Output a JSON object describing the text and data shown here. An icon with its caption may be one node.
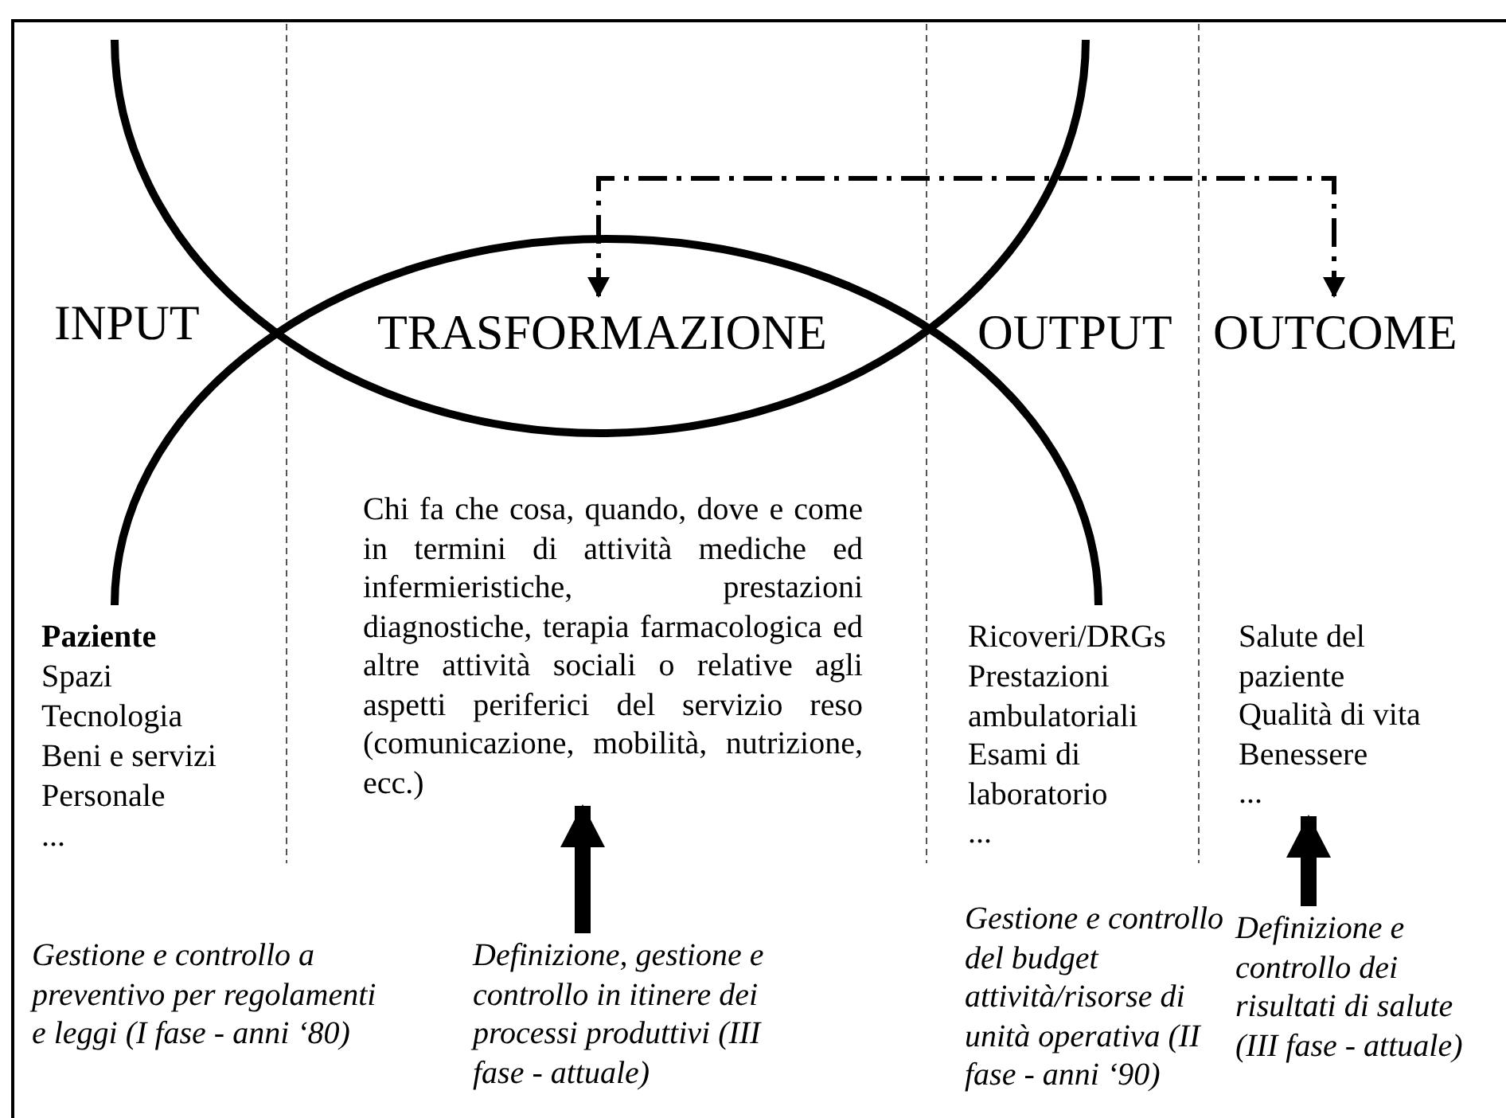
{
  "diagram": {
    "nodes": [
      {
        "text": [
          "INPUT"
        ]
      },
      {
        "text": [
          "TRASFORMAZIONE"
        ]
      },
      {
        "text": [
          "OUTPUT"
        ]
      },
      {
        "text": [
          "OUTCOME"
        ]
      },
      {
        "text": [
          "Chi fa che cosa, quando, dove e come in termini di attività mediche ed infermieristiche, prestazioni diagnostiche, terapia farmacologica ed altre attività sociali o relative agli aspetti periferici del servizio reso (comunicazione, mobilità, nutrizione, ecc.)"
        ]
      },
      {
        "text": [
          "Salute del paziente",
          "Qualità di vita",
          "Benessere",
          "..."
        ]
      },
      {
        "text": [
          "Definizione, gestione e controllo in itinere dei processi produttivi (III fase - attuale)"
        ]
      },
      {
        "text": [
          "Definizione e controllo dei risultati di salute (III fase - attuale)"
        ]
      }
    ],
    "edges": [
      {
        "from": 1,
        "to": 3,
        "arrow": "both",
        "style": "dashed"
      },
      {
        "from": 6,
        "to": 4,
        "arrow": "to"
      },
      {
        "from": 7,
        "to": 5,
        "arrow": "to"
      }
    ],
    "labels": [
      "Paziente",
      "Spazi",
      "Tecnologia",
      "Beni e servizi",
      "Personale",
      "...",
      "Ricoveri/DRGs",
      "Prestazioni ambulatoriali",
      "Esami di laboratorio",
      "...",
      "Gestione e controllo a preventivo per regolamenti e leggi (I fase - anni ‘80)",
      "Gestione e controllo del budget attività/risorse di unità operativa (II fase - anni ‘90)"
    ]
  }
}
